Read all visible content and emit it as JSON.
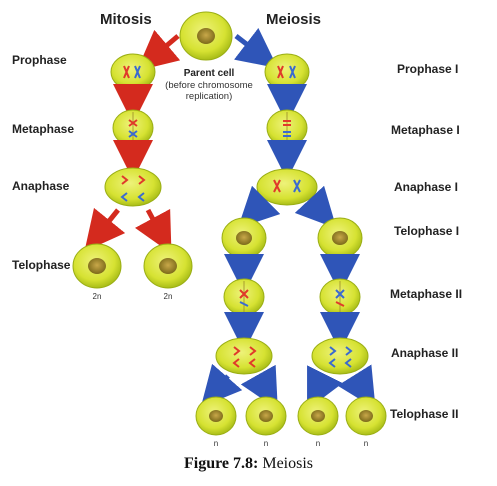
{
  "titles": {
    "mitosis": "Mitosis",
    "meiosis": "Meiosis"
  },
  "parent_cell": {
    "line1": "Parent cell",
    "line2": "(before chromosome",
    "line3": "replication)"
  },
  "mitosis_labels": {
    "prophase": "Prophase",
    "metaphase": "Metaphase",
    "anaphase": "Anaphase",
    "telophase": "Telophase"
  },
  "meiosis_labels": {
    "prophase1": "Prophase I",
    "metaphase1": "Metaphase I",
    "anaphase1": "Anaphase I",
    "telophase1": "Telophase I",
    "metaphase2": "Metaphase II",
    "anaphase2": "Anaphase II",
    "telophase2": "Telophase II"
  },
  "ploidy": {
    "mitosis_daughter": "2n",
    "meiosis_daughter": "n"
  },
  "caption": {
    "label": "Figure 7.8:",
    "text": " Meiosis"
  },
  "colors": {
    "cell_fill": "#d6e232",
    "cell_edge": "#9aae14",
    "nucleus": "#9a8a2a",
    "mitosis_arrow": "#d42a1e",
    "meiosis_arrow": "#2f55b8",
    "chromosome_red": "#e03a2a",
    "chromosome_blue": "#3a6ad0"
  }
}
